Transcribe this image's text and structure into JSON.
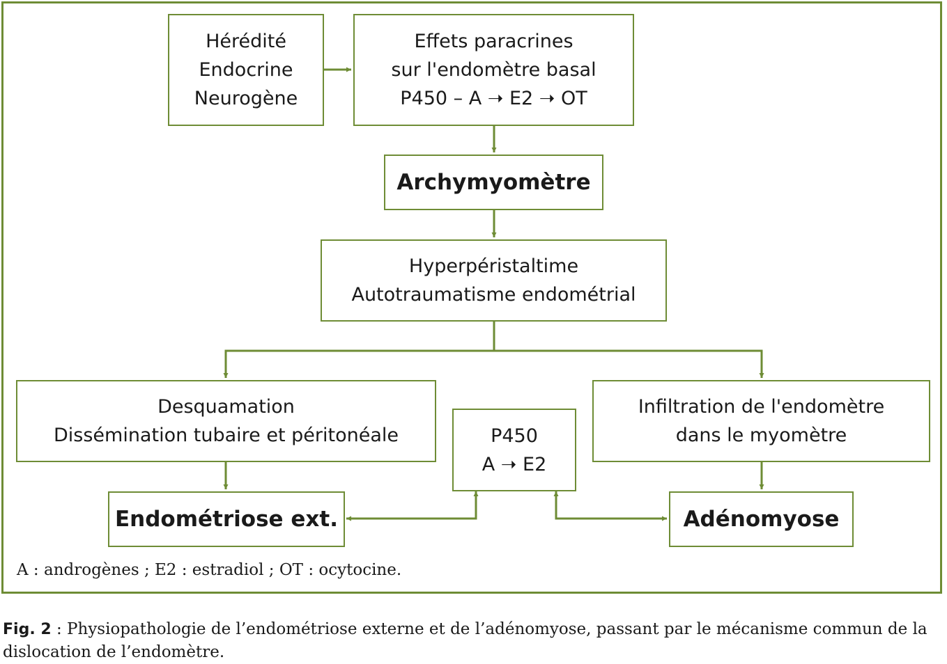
{
  "colors": {
    "accent": "#6e8c35",
    "text": "#1a1a1a"
  },
  "boxes": {
    "heredite": {
      "lines": [
        "Hérédité",
        "Endocrine",
        "Neurogène"
      ]
    },
    "effets": {
      "lines": [
        "Effets paracrines",
        "sur l'endomètre basal",
        "P450 – A ➝ E2 ➝ OT"
      ]
    },
    "archymyometre": {
      "label": "Archymyomètre"
    },
    "hyperperistaltime": {
      "lines": [
        "Hyperpéristaltime",
        "Autotraumatisme endométrial"
      ]
    },
    "desquamation": {
      "lines": [
        "Desquamation",
        "Dissémination tubaire et péritonéale"
      ]
    },
    "p450": {
      "lines": [
        "P450",
        "A ➝ E2"
      ]
    },
    "infiltration": {
      "lines": [
        "Infiltration de l'endomètre",
        "dans le myomètre"
      ]
    },
    "endometriose": {
      "label": "Endométriose ext."
    },
    "adenomyose": {
      "label": "Adénomyose"
    }
  },
  "legend": "A : androgènes ; E2 : estradiol ; OT : ocytocine.",
  "caption": {
    "fig_label": "Fig. 2",
    "text": " : Physiopathologie de l’endométriose externe et de l’adénomyose, passant par le mécanisme commun de la dislocation de l’endomètre."
  }
}
